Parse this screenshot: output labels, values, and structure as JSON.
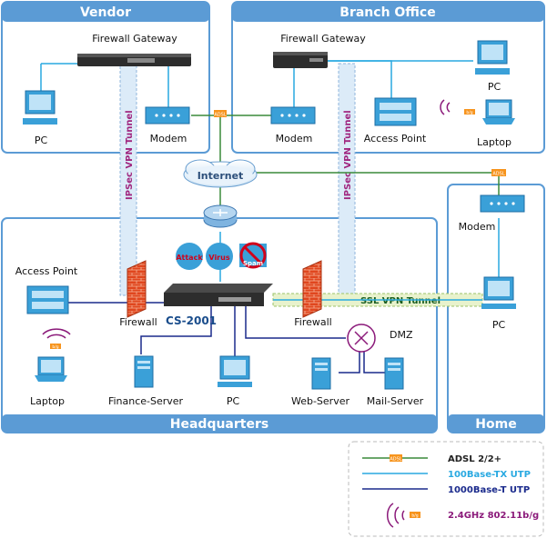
{
  "zones": {
    "vendor": "Vendor",
    "branch": "Branch Office",
    "headquarters": "Headquarters",
    "home": "Home"
  },
  "tunnels": {
    "ipsec_left": "IPSec VPN Tunnel",
    "ipsec_right": "IPSec VPN Tunnel",
    "ssl": "SSL VPN Tunnel"
  },
  "labels": {
    "vendor_fw": "Firewall Gateway",
    "vendor_pc": "PC",
    "vendor_modem": "Modem",
    "branch_fw": "Firewall Gateway",
    "branch_modem": "Modem",
    "branch_ap": "Access Point",
    "branch_pc": "PC",
    "branch_laptop": "Laptop",
    "internet": "Internet",
    "threat_attack": "Attack",
    "threat_virus": "Virus",
    "threat_spam": "Spam",
    "hq_ap": "Access Point",
    "hq_firewall_left": "Firewall",
    "hq_firewall_right": "Firewall",
    "device": "CS-2001",
    "dmz": "DMZ",
    "hq_laptop": "Laptop",
    "finance_server": "Finance-Server",
    "hq_pc": "PC",
    "web_server": "Web-Server",
    "mail_server": "Mail-Server",
    "home_modem": "Modem",
    "home_pc": "PC",
    "adsl_badge": "ADSL",
    "wifi_badge": "b/g"
  },
  "legend": [
    {
      "text": "ADSL 2/2+",
      "color": "#222222"
    },
    {
      "text": "100Base-TX UTP",
      "color": "#29a9e1"
    },
    {
      "text": "1000Base-T UTP",
      "color": "#1a2a8c"
    },
    {
      "text": "2.4GHz 802.11b/g",
      "color": "#8b1a7a"
    }
  ],
  "colors": {
    "zone_blue": "#5b9bd5",
    "adsl_line": "#3a8a3a",
    "utp100": "#29a9e1",
    "utp1000": "#1a2a8c",
    "tunnel": "#a0267f"
  }
}
